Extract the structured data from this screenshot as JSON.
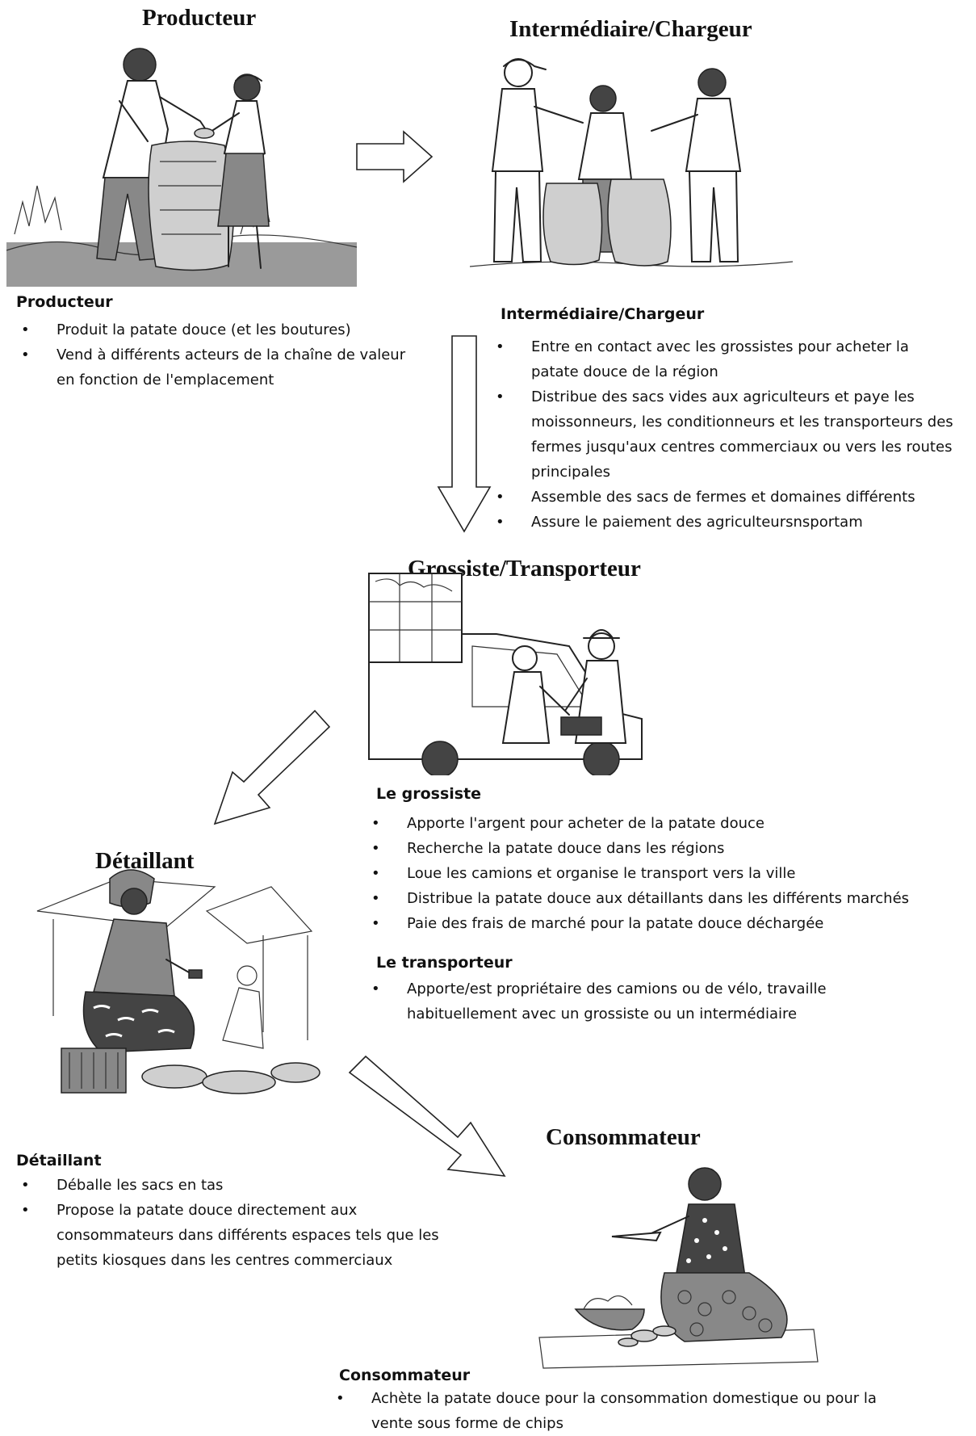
{
  "stages": {
    "producteur": {
      "title": "Producteur",
      "heading": "Producteur",
      "items": [
        "Produit la patate douce (et les boutures)",
        "Vend à différents acteurs de la chaîne de valeur en fonction de l'emplacement"
      ]
    },
    "intermediaire": {
      "title": "Intermédiaire/Chargeur",
      "heading": "Intermédiaire/Chargeur",
      "items": [
        "Entre en contact avec les grossistes pour acheter la patate douce de la région",
        "Distribue des sacs vides aux agriculteurs et paye les moissonneurs, les conditionneurs et les transporteurs des fermes jusqu'aux centres commerciaux ou vers les routes principales",
        "Assemble des sacs de fermes et domaines différents",
        "Assure le paiement des agriculteursnsportam"
      ]
    },
    "grossiste": {
      "title": "Grossiste/Transporteur",
      "heading_grossiste": "Le grossiste",
      "items_grossiste": [
        "Apporte l'argent pour acheter de la patate douce",
        "Recherche la patate douce dans les régions",
        "Loue les camions et organise le transport vers la ville",
        "Distribue la patate douce aux détaillants dans les différents marchés",
        "Paie des frais de marché pour la patate douce déchargée"
      ],
      "heading_transporteur": "Le transporteur",
      "items_transporteur": [
        "Apporte/est propriétaire des camions ou de vélo, travaille habituellement avec un grossiste ou un intermédiaire"
      ]
    },
    "detaillant": {
      "title": "Détaillant",
      "heading": "Détaillant",
      "items": [
        "Déballe les sacs en tas",
        "Propose la patate douce directement aux consommateurs dans différents espaces tels que les petits kiosques dans les centres commerciaux"
      ]
    },
    "consommateur": {
      "title": "Consommateur",
      "heading": "Consommateur",
      "items": [
        "Achète la patate douce pour la consommation domestique ou pour la vente sous forme de chips"
      ]
    }
  }
}
